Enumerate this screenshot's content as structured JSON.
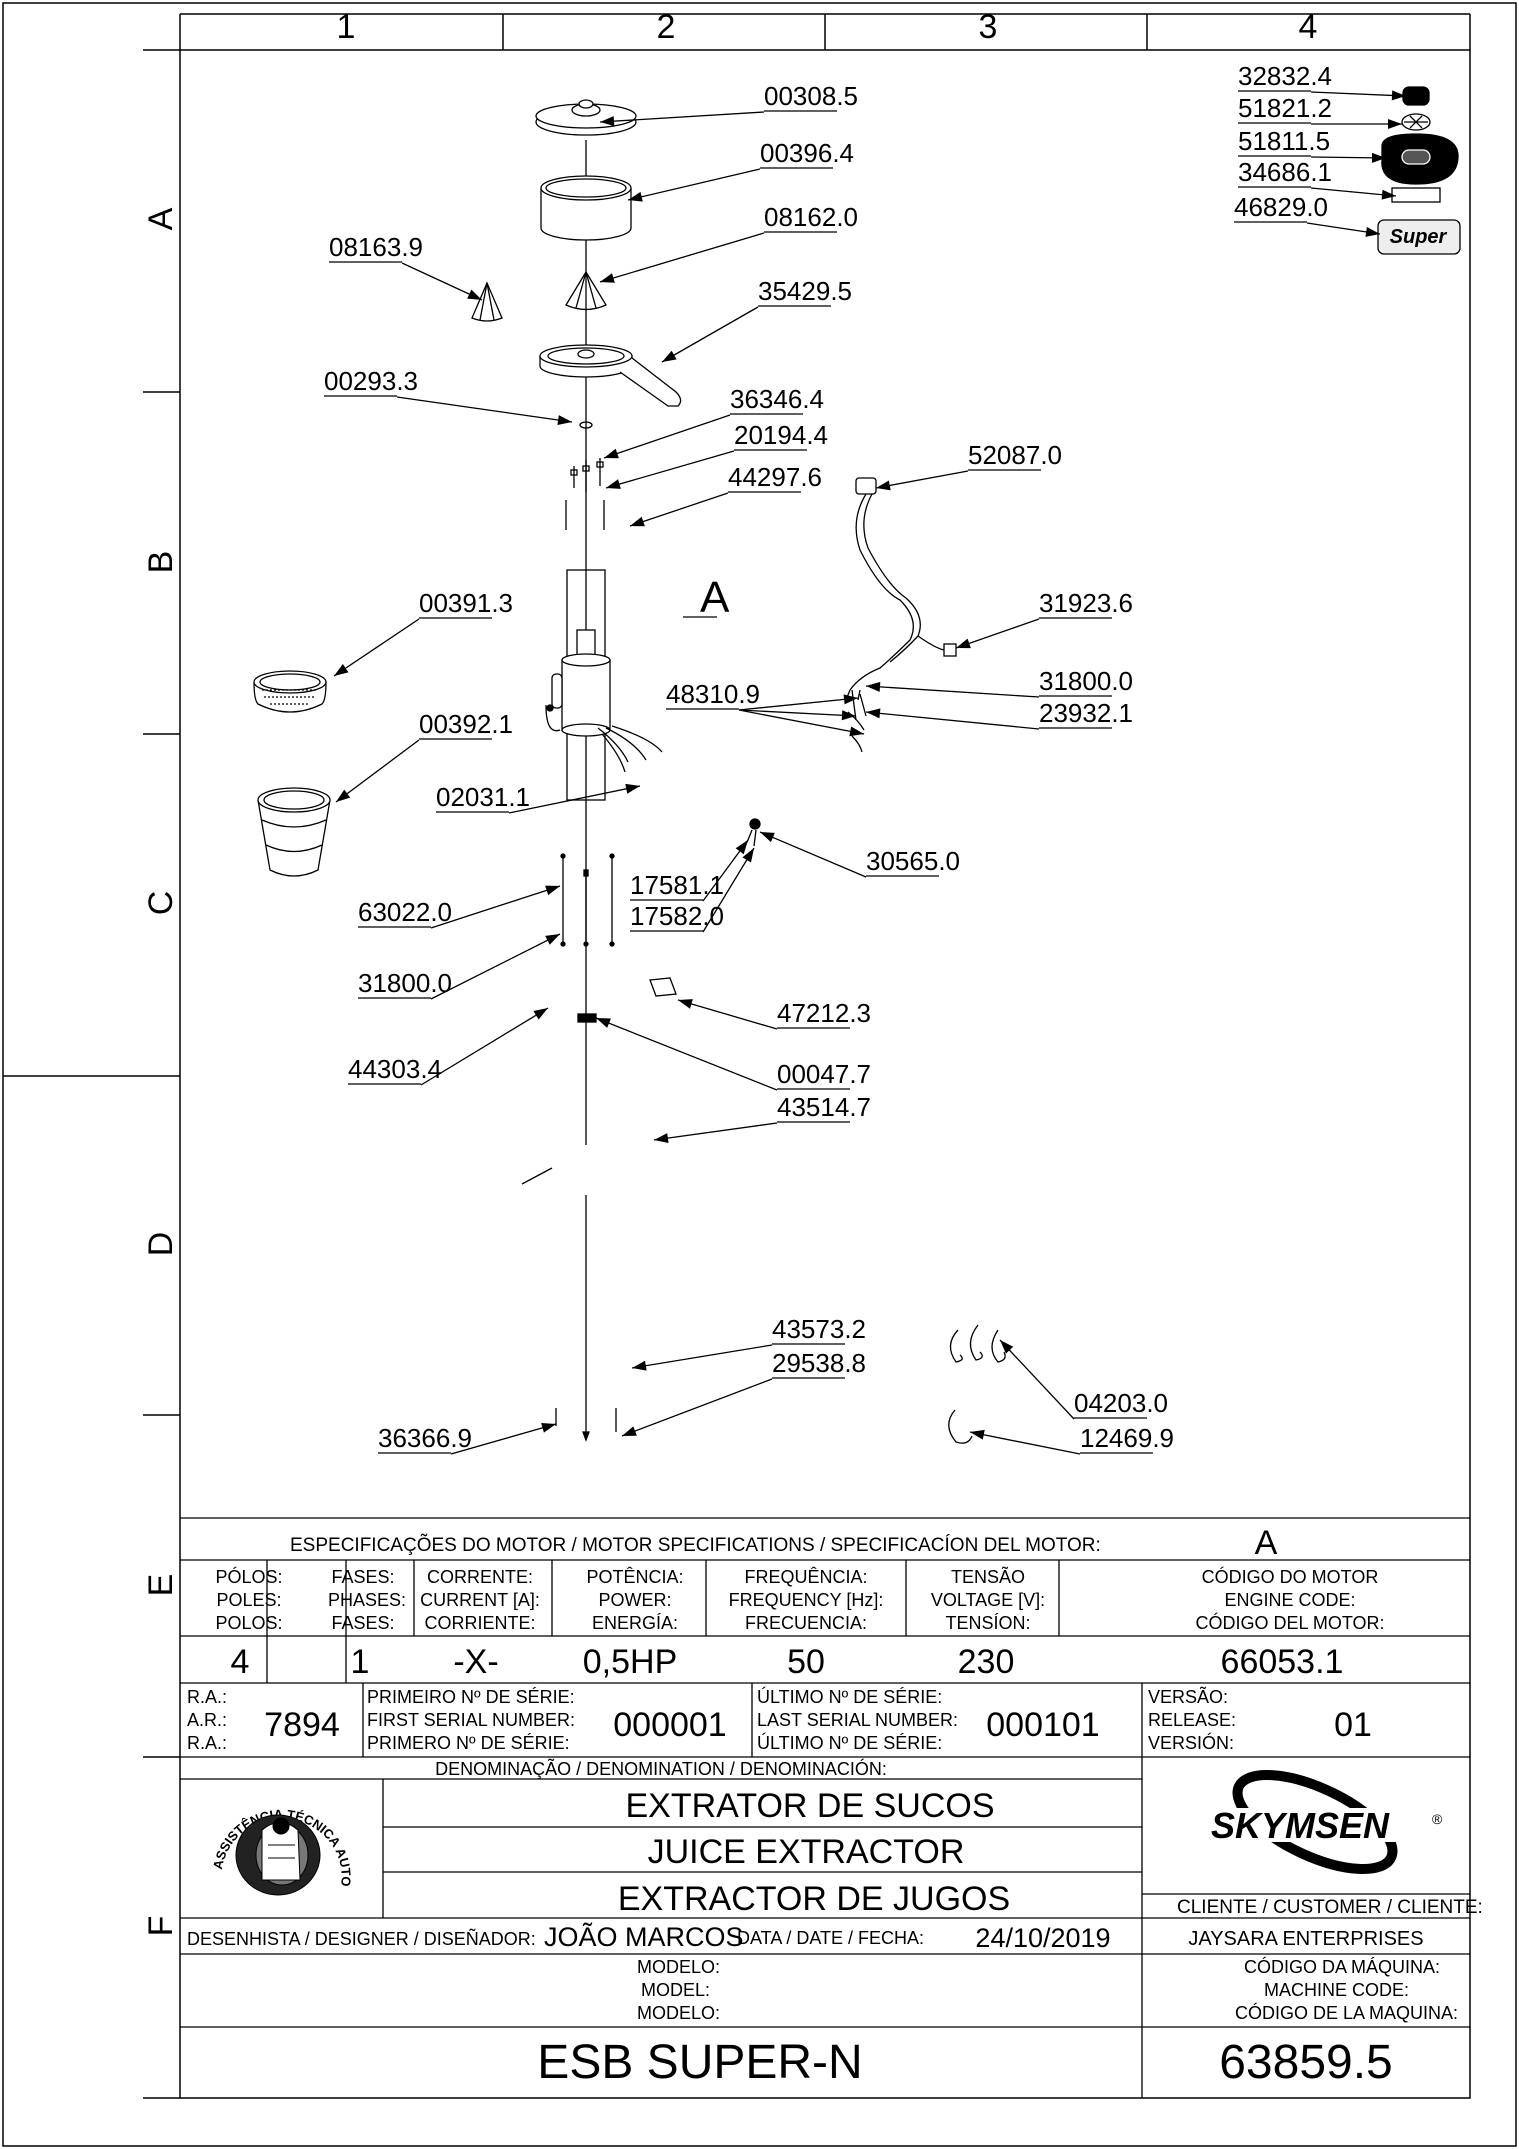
{
  "grid": {
    "cols": [
      "1",
      "2",
      "3",
      "4"
    ],
    "rows": [
      "A",
      "B",
      "C",
      "D",
      "E",
      "F"
    ]
  },
  "callouts": [
    {
      "main": "00308",
      "suf": ".5"
    },
    {
      "main": "00396",
      "suf": ".4"
    },
    {
      "main": "08162",
      "suf": ".0"
    },
    {
      "main": "08163",
      "suf": ".9"
    },
    {
      "main": "35429",
      "suf": ".5"
    },
    {
      "main": "00293",
      "suf": ".3"
    },
    {
      "main": "36346",
      "suf": ".4"
    },
    {
      "main": "20194",
      "suf": ".4"
    },
    {
      "main": "44297",
      "suf": ".6"
    },
    {
      "main": "52087",
      "suf": ".0"
    },
    {
      "main": "00391",
      "suf": ".3"
    },
    {
      "main": "31923",
      "suf": ".6"
    },
    {
      "main": "31800",
      "suf": ".0"
    },
    {
      "main": "48310",
      "suf": ".9"
    },
    {
      "main": "23932",
      "suf": ".1"
    },
    {
      "main": "00392",
      "suf": ".1"
    },
    {
      "main": "02031",
      "suf": ".1"
    },
    {
      "main": "30565",
      "suf": ".0"
    },
    {
      "main": "17581",
      "suf": ".1"
    },
    {
      "main": "63022",
      "suf": ".0"
    },
    {
      "main": "17582",
      "suf": ".0"
    },
    {
      "main": "31800",
      "suf": ".0"
    },
    {
      "main": "47212",
      "suf": ".3"
    },
    {
      "main": "44303",
      "suf": ".4"
    },
    {
      "main": "00047",
      "suf": ".7"
    },
    {
      "main": "43514",
      "suf": ".7"
    },
    {
      "main": "43573",
      "suf": ".2"
    },
    {
      "main": "29538",
      "suf": ".8"
    },
    {
      "main": "04203",
      "suf": ".0"
    },
    {
      "main": "36366",
      "suf": ".9"
    },
    {
      "main": "12469",
      "suf": ".9"
    },
    {
      "main": "32832",
      "suf": ".4"
    },
    {
      "main": "51821",
      "suf": ".2"
    },
    {
      "main": "51811",
      "suf": ".5"
    },
    {
      "main": "34686",
      "suf": ".1"
    },
    {
      "main": "46829",
      "suf": ".0"
    }
  ],
  "motor_ref_letter": "A",
  "badge_text": "Super",
  "motor_spec": {
    "title": "ESPECIFICAÇÕES DO MOTOR / MOTOR SPECIFICATIONS / SPECIFICACÍON DEL MOTOR:",
    "ref": "A",
    "columns": [
      {
        "pt": "PÓLOS:",
        "en": "POLES:",
        "es": "POLOS:",
        "value": "4"
      },
      {
        "pt": "FASES:",
        "en": "PHASES:",
        "es": "FASES:",
        "value": "1"
      },
      {
        "pt": "CORRENTE:",
        "en": "CURRENT [A]:",
        "es": "CORRIENTE:",
        "value": "-X-"
      },
      {
        "pt": "POTÊNCIA:",
        "en": "POWER:",
        "es": "ENERGÍA:",
        "value": "0,5HP"
      },
      {
        "pt": "FREQUÊNCIA:",
        "en": "FREQUENCY [Hz]:",
        "es": "FRECUENCIA:",
        "value": "50"
      },
      {
        "pt": "TENSÃO",
        "en": "VOLTAGE [V]:",
        "es": "TENSÍON:",
        "value": "230"
      },
      {
        "pt": "CÓDIGO DO MOTOR",
        "en": "ENGINE CODE:",
        "es": "CÓDIGO DEL MOTOR:",
        "value": "66053.1"
      }
    ]
  },
  "serial": {
    "ra_pt": "R.A.:",
    "ra_en": "A.R.:",
    "ra_es": "R.A.:",
    "ra_value": "7894",
    "first_pt": "PRIMEIRO Nº DE SÉRIE:",
    "first_en": "FIRST SERIAL NUMBER:",
    "first_es": "PRIMERO Nº DE SÉRIE:",
    "first_value": "000001",
    "last_pt": "ÚLTIMO Nº DE SÉRIE:",
    "last_en": "LAST SERIAL NUMBER:",
    "last_es": "ÚLTIMO Nº DE SÉRIE:",
    "last_value": "000101",
    "ver_pt": "VERSÃO:",
    "ver_en": "RELEASE:",
    "ver_es": "VERSIÓN:",
    "ver_value": "01"
  },
  "denomination": {
    "label": "DENOMINAÇÃO / DENOMINATION / DENOMINACIÓN:",
    "pt": "EXTRATOR DE SUCOS",
    "en": "JUICE EXTRACTOR",
    "es": "EXTRACTOR DE JUGOS"
  },
  "seal": {
    "text": "ASSISTÊNCIA TÉCNICA AUTORIZADA"
  },
  "brand": "SKYMSEN",
  "brand_mark": "®",
  "customer": {
    "label": "CLIENTE / CUSTOMER / CLIENTE:",
    "value": "JAYSARA ENTERPRISES"
  },
  "designer": {
    "label": "DESENHISTA / DESIGNER / DISEÑADOR:",
    "value": "JOÃO MARCOS"
  },
  "date": {
    "label": "DATA / DATE / FECHA:",
    "value": "24/10/2019"
  },
  "model": {
    "pt": "MODELO:",
    "en": "MODEL:",
    "es": "MODELO:",
    "value": "ESB SUPER-N"
  },
  "machine_code": {
    "pt": "CÓDIGO DA MÁQUINA:",
    "en": "MACHINE CODE:",
    "es": "CÓDIGO DE LA MAQUINA:",
    "value": "63859.5"
  }
}
